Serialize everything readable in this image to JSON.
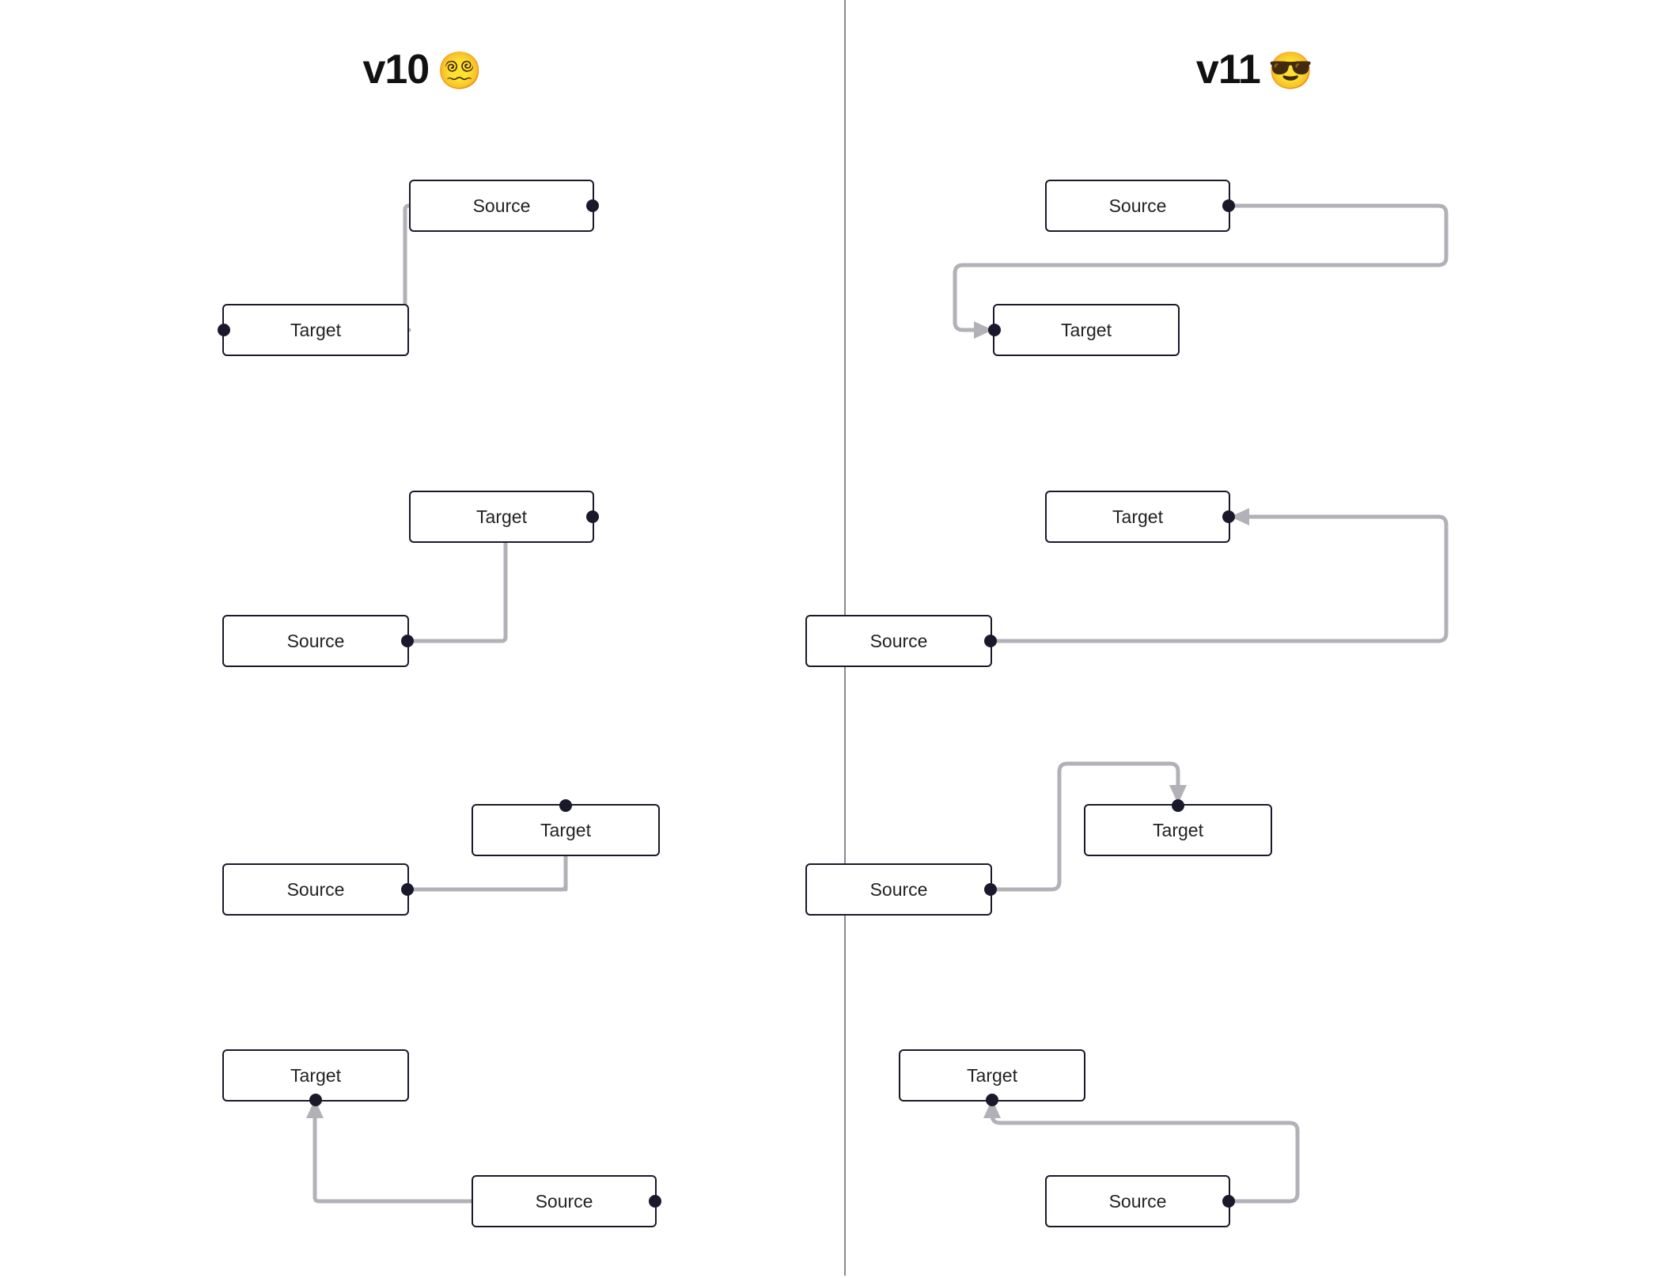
{
  "page": {
    "background": "#ffffff",
    "divider_color": "#8a8a8f",
    "node_border_color": "#1a192b",
    "edge_color": "#b1b1b7",
    "handle_color": "#1a192b"
  },
  "panels": [
    {
      "id": "v10",
      "title": "v10",
      "emoji": "😵‍💫",
      "emoji_name": "face-with-spiral-eyes-emoji",
      "cases": [
        {
          "id": "case-1",
          "source_label": "Source",
          "target_label": "Target",
          "source_handle": "right",
          "target_handle": "left",
          "has_arrowhead": false,
          "edge_overlaps_nodes": true
        },
        {
          "id": "case-2",
          "source_label": "Source",
          "target_label": "Target",
          "source_handle": "right",
          "target_handle": "right",
          "has_arrowhead": false,
          "edge_overlaps_nodes": true
        },
        {
          "id": "case-3",
          "source_label": "Source",
          "target_label": "Target",
          "source_handle": "right",
          "target_handle": "top",
          "has_arrowhead": false,
          "edge_overlaps_nodes": true
        },
        {
          "id": "case-4",
          "source_label": "Source",
          "target_label": "Target",
          "source_handle": "right",
          "target_handle": "bottom",
          "has_arrowhead": true,
          "edge_overlaps_nodes": true
        }
      ]
    },
    {
      "id": "v11",
      "title": "v11",
      "emoji": "😎",
      "emoji_name": "smiling-face-with-sunglasses-emoji",
      "cases": [
        {
          "id": "case-1",
          "source_label": "Source",
          "target_label": "Target",
          "source_handle": "right",
          "target_handle": "left",
          "has_arrowhead": true,
          "edge_overlaps_nodes": false
        },
        {
          "id": "case-2",
          "source_label": "Source",
          "target_label": "Target",
          "source_handle": "right",
          "target_handle": "right",
          "has_arrowhead": true,
          "edge_overlaps_nodes": false
        },
        {
          "id": "case-3",
          "source_label": "Source",
          "target_label": "Target",
          "source_handle": "right",
          "target_handle": "top",
          "has_arrowhead": true,
          "edge_overlaps_nodes": false
        },
        {
          "id": "case-4",
          "source_label": "Source",
          "target_label": "Target",
          "source_handle": "right",
          "target_handle": "bottom",
          "has_arrowhead": true,
          "edge_overlaps_nodes": false
        }
      ]
    }
  ]
}
